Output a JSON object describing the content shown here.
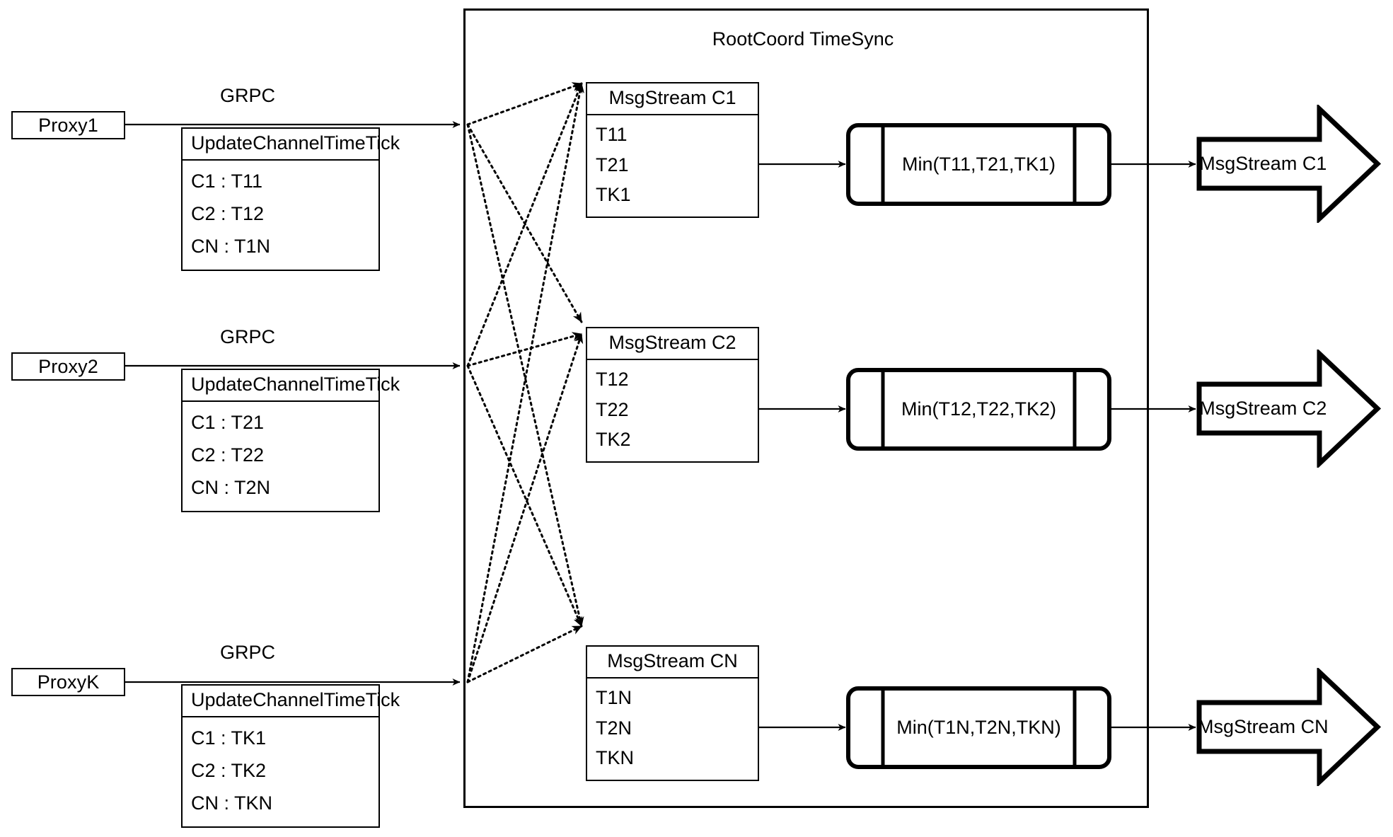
{
  "diagram": {
    "title": "RootCoord TimeSync",
    "group_label": "RootCoord TimeSync"
  },
  "proxies": [
    {
      "name": "Proxy1",
      "link_label": "GRPC",
      "request": {
        "header": "UpdateChannelTimeTick",
        "rows": [
          "C1 :  T11",
          "C2 :  T12",
          "CN : T1N"
        ]
      }
    },
    {
      "name": "Proxy2",
      "link_label": "GRPC",
      "request": {
        "header": "UpdateChannelTimeTick",
        "rows": [
          "C1 :  T21",
          "C2 :  T22",
          "CN : T2N"
        ]
      }
    },
    {
      "name": "ProxyK",
      "link_label": "GRPC",
      "request": {
        "header": "UpdateChannelTimeTick",
        "rows": [
          "C1 :  TK1",
          "C2 :  TK2",
          "CN : TKN"
        ]
      }
    }
  ],
  "channels": [
    {
      "stream": {
        "header": "MsgStream C1",
        "rows": [
          "T11",
          "T21",
          "TK1"
        ]
      },
      "process": {
        "label": "Min(T11,T21,TK1)"
      },
      "output": {
        "label": "MsgStream C1"
      }
    },
    {
      "stream": {
        "header": "MsgStream C2",
        "rows": [
          "T12",
          "T22",
          "TK2"
        ]
      },
      "process": {
        "label": "Min(T12,T22,TK2)"
      },
      "output": {
        "label": "MsgStream C2"
      }
    },
    {
      "stream": {
        "header": "MsgStream CN",
        "rows": [
          "T1N",
          "T2N",
          "TKN"
        ]
      },
      "process": {
        "label": "Min(T1N,T2N,TKN)"
      },
      "output": {
        "label": "MsgStream CN"
      }
    }
  ],
  "colors": {
    "stroke": "#000000",
    "background": "#ffffff"
  }
}
